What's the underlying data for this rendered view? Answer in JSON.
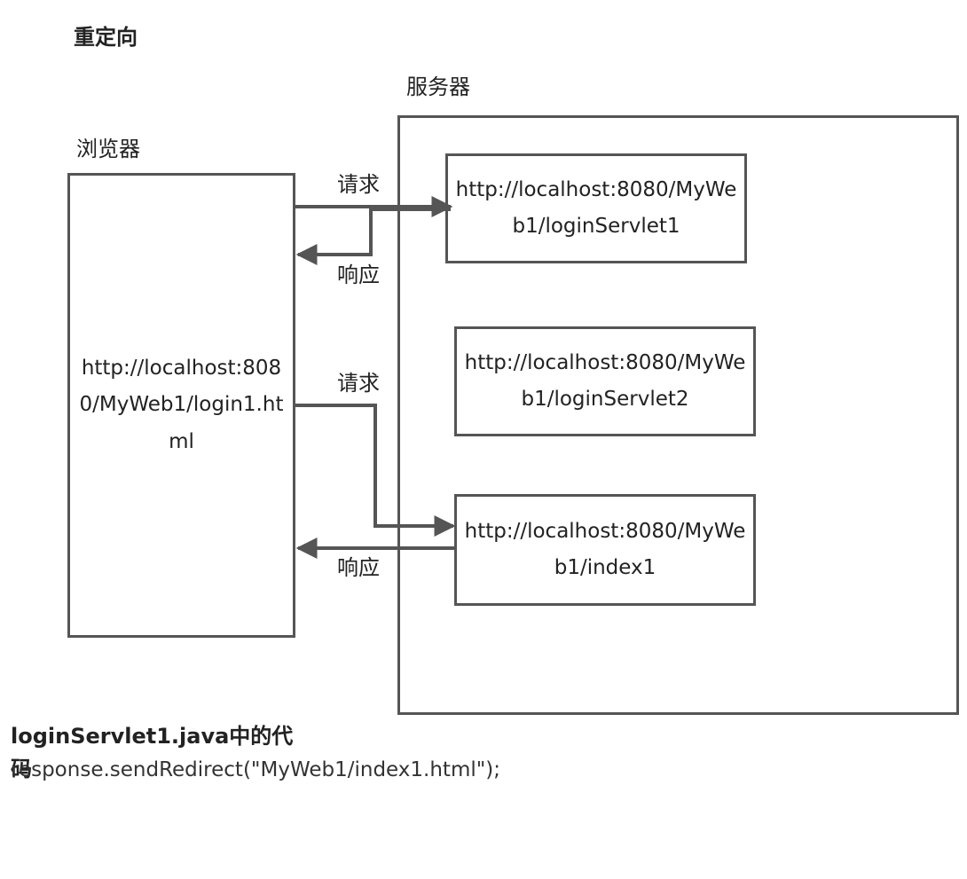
{
  "title": "重定向",
  "server_label": "服务器",
  "browser_label": "浏览器",
  "browser_url": "http://localhost:8080/MyWeb1/login1.html",
  "servlet1_url": "http://localhost:8080/MyWeb1/loginServlet1",
  "servlet2_url": "http://localhost:8080/MyWeb1/loginServlet2",
  "index_url": "http://localhost:8080/MyWeb1/index1",
  "request_label_1": "请求",
  "response_label_1": "响应",
  "request_label_2": "请求",
  "response_label_2": "响应",
  "section_heading": "loginServlet1.java中的代码",
  "code_line": "response.sendRedirect(\"MyWeb1/index1.html\");",
  "colors": {
    "stroke": "#555555",
    "text": "#222222"
  }
}
